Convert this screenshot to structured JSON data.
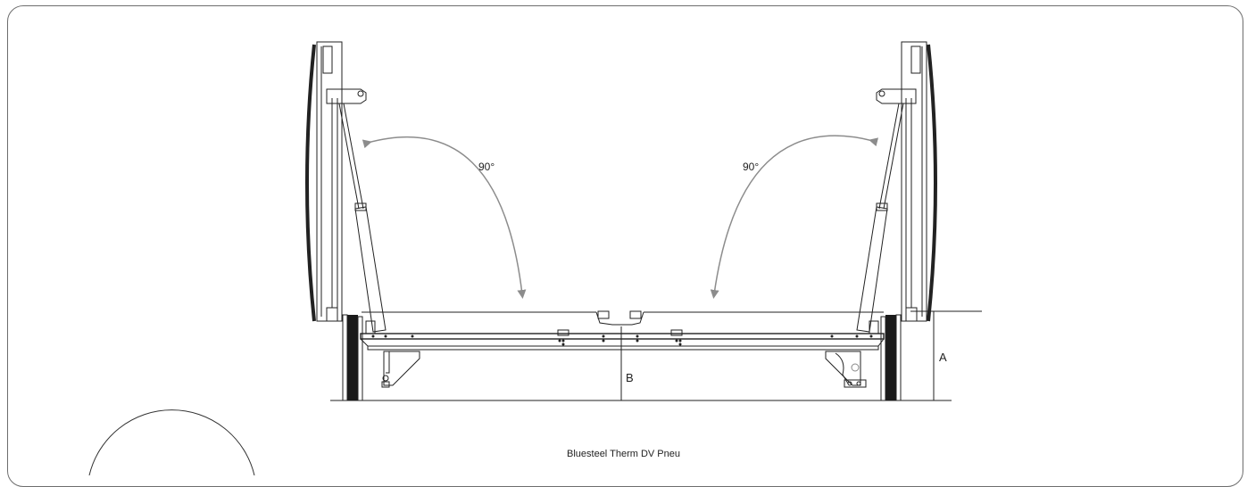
{
  "diagram": {
    "left_angle_label": "90°",
    "right_angle_label": "90°",
    "dimension_a_label": "A",
    "dimension_b_label": "B",
    "caption": "Bluesteel Therm DV Pneu",
    "colors": {
      "line": "#1a1a1a",
      "arrow": "#8c8c8c",
      "frame_border": "#6e6e6e"
    }
  }
}
